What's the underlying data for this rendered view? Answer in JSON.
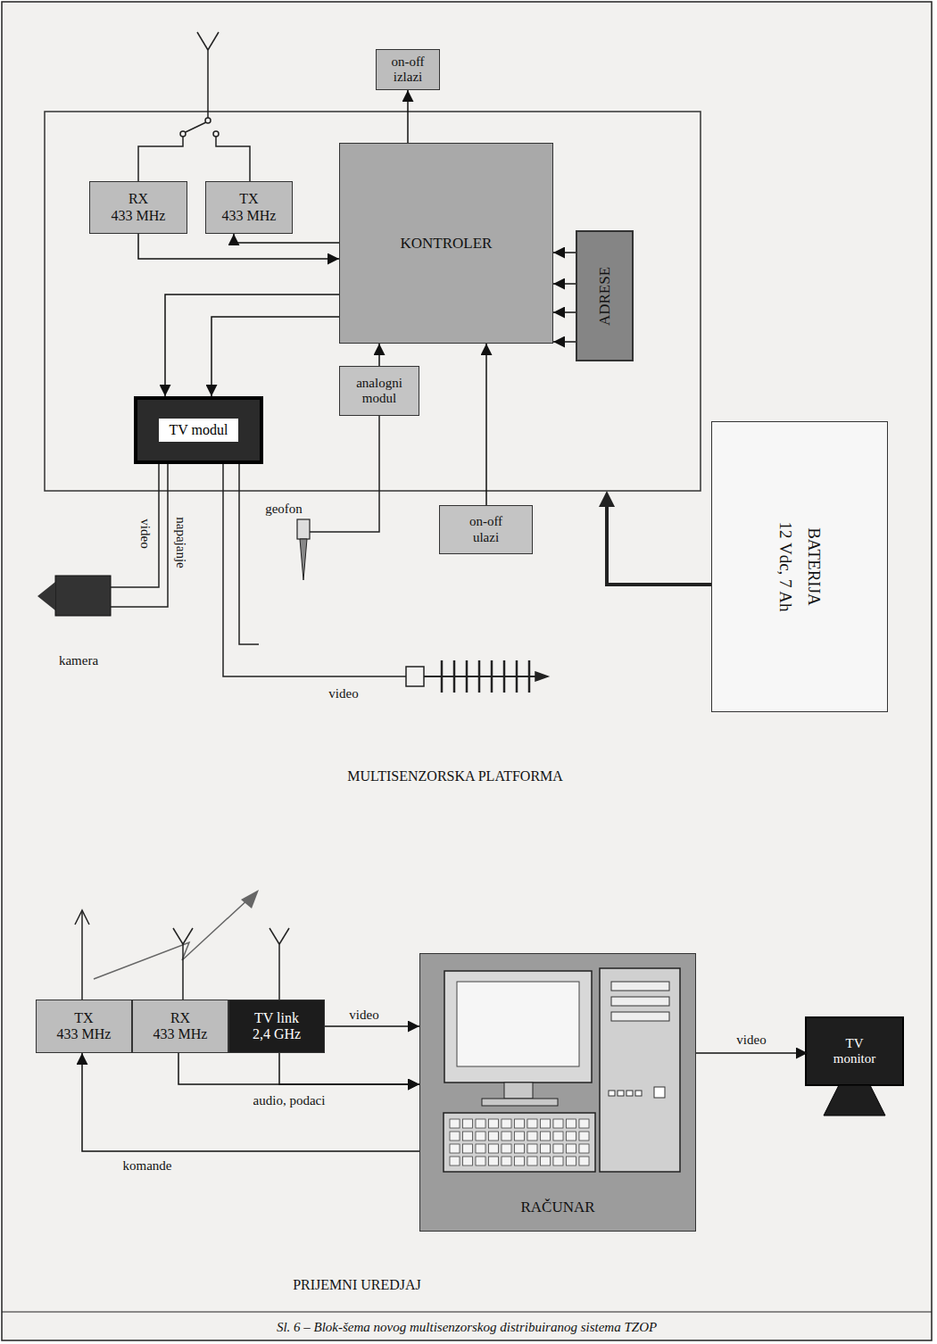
{
  "diagram": {
    "caption": "Sl. 6 – Blok-šema novog multisenzorskog distribuiranog sistema TZOP",
    "nodes": [
      {
        "text": [
          "on-off izlazi"
        ]
      },
      {
        "text": [
          "RX 433 MHz"
        ]
      },
      {
        "text": [
          "TX 433 MHz"
        ]
      },
      {
        "text": [
          "KONTROLER"
        ]
      },
      {
        "text": [
          "ADRESE"
        ]
      },
      {
        "text": [
          "TV modul"
        ]
      },
      {
        "text": [
          "analogni modul"
        ]
      },
      {
        "text": [
          "on-off ulazi"
        ]
      },
      {
        "text": [
          "BATERIJA",
          "12 Vdc, 7 Ah"
        ]
      },
      {
        "text": [
          "TX 433 MHz"
        ]
      },
      {
        "text": [
          "RX 433 MHz"
        ]
      },
      {
        "text": [
          "TV link 2,4 GHz"
        ]
      },
      {
        "text": [
          "RAČUNAR"
        ]
      },
      {
        "text": [
          "TV monitor"
        ]
      }
    ],
    "edges": [
      {
        "from": 3,
        "to": 0,
        "arrow": "to"
      },
      {
        "from": 1,
        "to": 3,
        "arrow": "to"
      },
      {
        "from": 3,
        "to": 2,
        "arrow": "to"
      },
      {
        "from": 3,
        "to": 5,
        "arrow": "to"
      },
      {
        "from": 3,
        "to": 5,
        "arrow": "to"
      },
      {
        "from": 6,
        "to": 3,
        "arrow": "to"
      },
      {
        "from": 7,
        "to": 3,
        "arrow": "to"
      },
      {
        "from": 4,
        "to": 3,
        "arrow": "to"
      },
      {
        "from": 4,
        "to": 3,
        "arrow": "to"
      },
      {
        "from": 4,
        "to": 3,
        "arrow": "to"
      },
      {
        "from": 4,
        "to": 3,
        "arrow": "to"
      },
      {
        "from": 12,
        "to": 9,
        "label": "komande",
        "arrow": "to"
      },
      {
        "from": 11,
        "to": 12,
        "label": "video",
        "arrow": "to"
      },
      {
        "from": 10,
        "to": 12,
        "label": "audio, podaci",
        "arrow": "to"
      },
      {
        "from": 11,
        "to": 12,
        "arrow": "to"
      },
      {
        "from": 12,
        "to": 13,
        "label": "video",
        "arrow": "to"
      }
    ],
    "labels": [
      "video",
      "napajanje",
      "kamera",
      "geofon",
      "video",
      "MULTISENZORSKA PLATFORMA",
      "PRIJEMNI UREDJAJ"
    ]
  }
}
